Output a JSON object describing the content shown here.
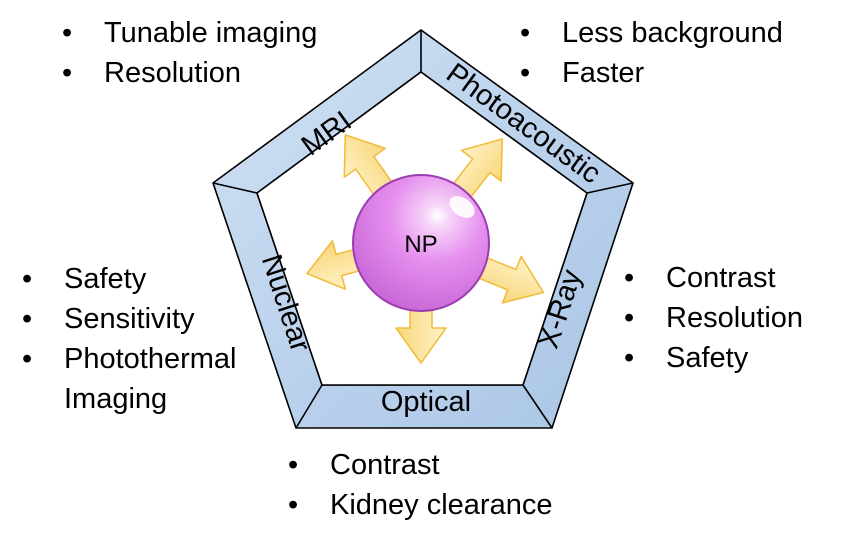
{
  "center": {
    "label": "NP"
  },
  "modalities": {
    "top_left": "MRI",
    "top_right": "Photoacoustic",
    "right": "X-Ray",
    "bottom": "Optical",
    "left": "Nuclear"
  },
  "lists": {
    "top_left": [
      "Tunable imaging",
      "Resolution"
    ],
    "top_right": [
      "Less background",
      "Faster"
    ],
    "left": [
      "Safety",
      "Sensitivity",
      "Photothermal",
      "Imaging"
    ],
    "right": [
      "Contrast",
      "Resolution",
      "Safety"
    ],
    "bottom": [
      "Contrast",
      "Kidney clearance"
    ]
  },
  "colors": {
    "frame_fill": "#b7cfe9",
    "frame_stroke": "#000000",
    "sphere": "#e68ff0",
    "sphere_stroke": "#9b3db0",
    "arrow_fill": "#fbe39d",
    "arrow_stroke": "#f4c44f"
  }
}
